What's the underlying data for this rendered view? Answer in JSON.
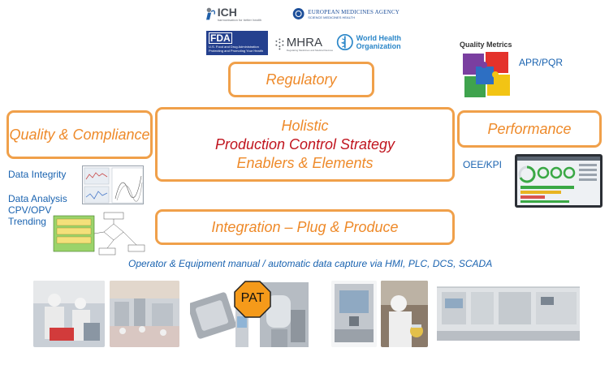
{
  "logos": {
    "ich": {
      "name": "ICH",
      "tagline": "harmonisation for better health"
    },
    "ema": {
      "name": "EUROPEAN MEDICINES AGENCY",
      "tagline": "SCIENCE MEDICINES HEALTH"
    },
    "fda": {
      "mark": "FDA",
      "name": "U.S. Food and Drug Administration",
      "tagline": "Protecting and Promoting Your Health"
    },
    "mhra": {
      "name": "MHRA",
      "tagline": "Regulating Medicines and Medical Devices"
    },
    "who": {
      "line1": "World Health",
      "line2": "Organization"
    }
  },
  "boxes": {
    "regulatory": "Regulatory",
    "quality_compliance": "Quality & Compliance",
    "performance": "Performance",
    "integration": "Integration – Plug & Produce",
    "center": {
      "line1": "Holistic",
      "line2": "Production Control Strategy",
      "line3": "Enablers & Elements"
    }
  },
  "labels": {
    "quality_metrics": "Quality Metrics",
    "apr_pqr": "APR/PQR",
    "oee_kpi": "OEE/KPI",
    "data_integrity": "Data Integrity",
    "data_analysis": "Data Analysis",
    "cpv_opv": "CPV/OPV",
    "trending": "Trending",
    "capture_line": "Operator & Equipment manual / automatic data capture via HMI, PLC, DCS, SCADA",
    "pat": "PAT"
  },
  "colors": {
    "accent_orange": "#ee8a2a",
    "box_border": "#f0a04a",
    "center_red": "#c0141e",
    "label_blue": "#1a63b0",
    "fda_blue": "#24408e"
  }
}
